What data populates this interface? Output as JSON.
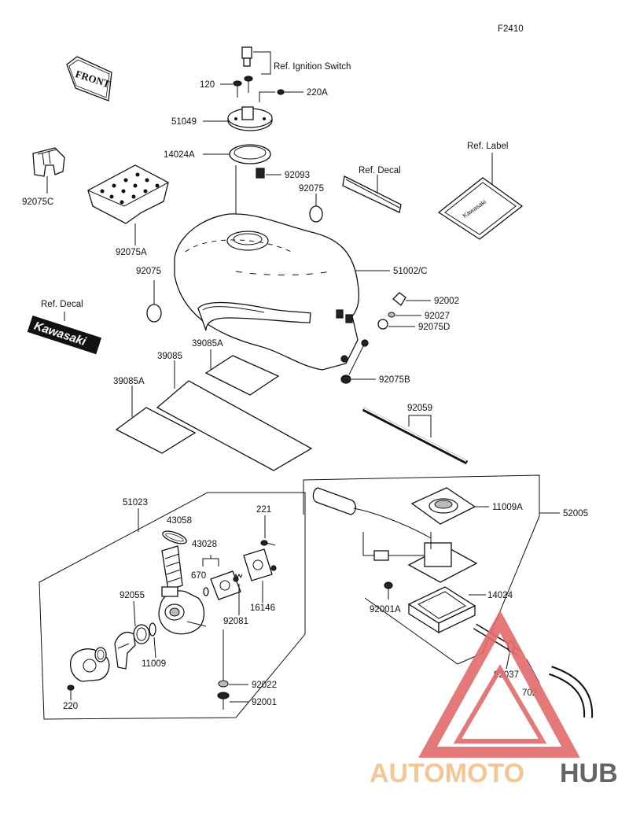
{
  "figure_code": "F2410",
  "front_label": "FRONT",
  "brand_decal": "Kawasaki",
  "label_sticker_text": "Kawasaki",
  "watermark": {
    "part1": "AUTOMOTO",
    "part2": "HUB",
    "color1": "#f5c08a",
    "color2": "#555555",
    "triangle_color": "#e36b6b"
  },
  "callouts": {
    "ref_ignition_switch": "Ref. Ignition Switch",
    "p120": "120",
    "p220A": "220A",
    "p51049": "51049",
    "p14024A": "14024A",
    "p92093": "92093",
    "p92075_top": "92075",
    "ref_decal_top": "Ref. Decal",
    "ref_label": "Ref. Label",
    "p92075C": "92075C",
    "p92075A": "92075A",
    "p92075_left": "92075",
    "p51002C": "51002/C",
    "ref_decal_left": "Ref. Decal",
    "p92002": "92002",
    "p92027": "92027",
    "p92075D": "92075D",
    "p39085A_top": "39085A",
    "p39085": "39085",
    "p39085A_left": "39085A",
    "p92075B": "92075B",
    "p92059": "92059",
    "p51023": "51023",
    "p43058": "43058",
    "p221": "221",
    "p43028": "43028",
    "p670": "670",
    "p92055": "92055",
    "p16146": "16146",
    "p92081": "92081",
    "p11009": "11009",
    "p92022": "92022",
    "p92001": "92001",
    "p220": "220",
    "p11009A": "11009A",
    "p52005": "52005",
    "p14024": "14024",
    "p92001A": "92001A",
    "p92037": "92037",
    "p702": "702"
  }
}
